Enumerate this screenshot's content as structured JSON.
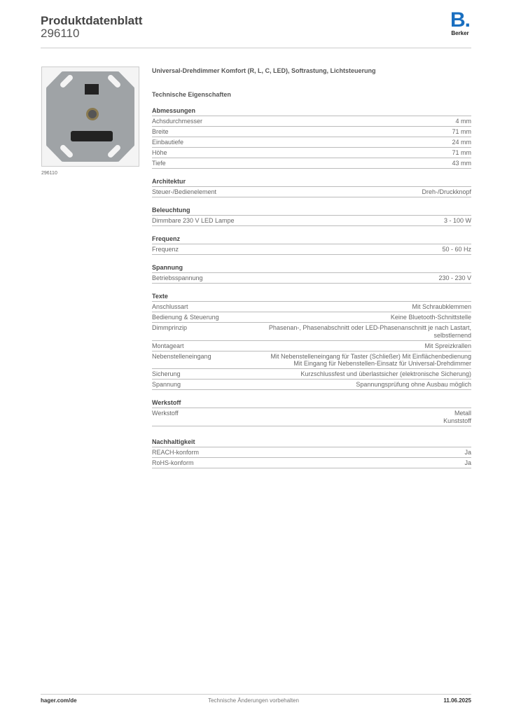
{
  "header": {
    "title": "Produktdatenblatt",
    "article_number": "296110",
    "logo_mark": "B.",
    "logo_text": "Berker",
    "brand_color": "#1a6fc0"
  },
  "image": {
    "caption": "296110"
  },
  "product": {
    "name": "Universal-Drehdimmer Komfort (R, L, C, LED), Softrastung, Lichtsteuerung"
  },
  "tech_heading": "Technische Eigenschaften",
  "sections": [
    {
      "title": "Abmessungen",
      "rows": [
        {
          "label": "Achsdurchmesser",
          "values": [
            "4 mm"
          ]
        },
        {
          "label": "Breite",
          "values": [
            "71 mm"
          ]
        },
        {
          "label": "Einbautiefe",
          "values": [
            "24 mm"
          ]
        },
        {
          "label": "Höhe",
          "values": [
            "71 mm"
          ]
        },
        {
          "label": "Tiefe",
          "values": [
            "43 mm"
          ]
        }
      ]
    },
    {
      "title": "Architektur",
      "rows": [
        {
          "label": "Steuer-/Bedienelement",
          "values": [
            "Dreh-/Druckknopf"
          ]
        }
      ]
    },
    {
      "title": "Beleuchtung",
      "rows": [
        {
          "label": "Dimmbare 230 V LED Lampe",
          "values": [
            "3 - 100 W"
          ]
        }
      ]
    },
    {
      "title": "Frequenz",
      "rows": [
        {
          "label": "Frequenz",
          "values": [
            "50 - 60 Hz"
          ]
        }
      ]
    },
    {
      "title": "Spannung",
      "rows": [
        {
          "label": "Betriebsspannung",
          "values": [
            "230 - 230 V"
          ]
        }
      ]
    },
    {
      "title": "Texte",
      "rows": [
        {
          "label": "Anschlussart",
          "values": [
            "Mit Schraubklemmen"
          ]
        },
        {
          "label": "Bedienung & Steuerung",
          "values": [
            "Keine Bluetooth-Schnittstelle"
          ]
        },
        {
          "label": "Dimmprinzip",
          "values": [
            "Phasenan-, Phasenabschnitt oder LED-Phasenanschnitt je nach Lastart, selbstlernend"
          ]
        },
        {
          "label": "Montageart",
          "values": [
            "Mit Spreizkrallen"
          ]
        },
        {
          "label": "Nebenstelleneingang",
          "values": [
            "Mit Nebenstelleneingang für Taster (Schließer) Mit Einflächenbedienung",
            "Mit Eingang für Nebenstellen-Einsatz für Universal-Drehdimmer"
          ]
        },
        {
          "label": "Sicherung",
          "values": [
            "Kurzschlussfest und überlastsicher (elektronische Sicherung)"
          ]
        },
        {
          "label": "Spannung",
          "values": [
            "Spannungsprüfung ohne Ausbau möglich"
          ]
        }
      ]
    },
    {
      "title": "Werkstoff",
      "rows": [
        {
          "label": "Werkstoff",
          "values": [
            "Metall",
            "Kunststoff"
          ]
        }
      ]
    },
    {
      "title": "Nachhaltigkeit",
      "rows": [
        {
          "label": "REACH-konform",
          "values": [
            "Ja"
          ]
        },
        {
          "label": "RoHS-konform",
          "values": [
            "Ja"
          ]
        }
      ]
    }
  ],
  "footer": {
    "website": "hager.com/de",
    "notice": "Technische Änderungen vorbehalten",
    "date": "11.06.2025"
  }
}
